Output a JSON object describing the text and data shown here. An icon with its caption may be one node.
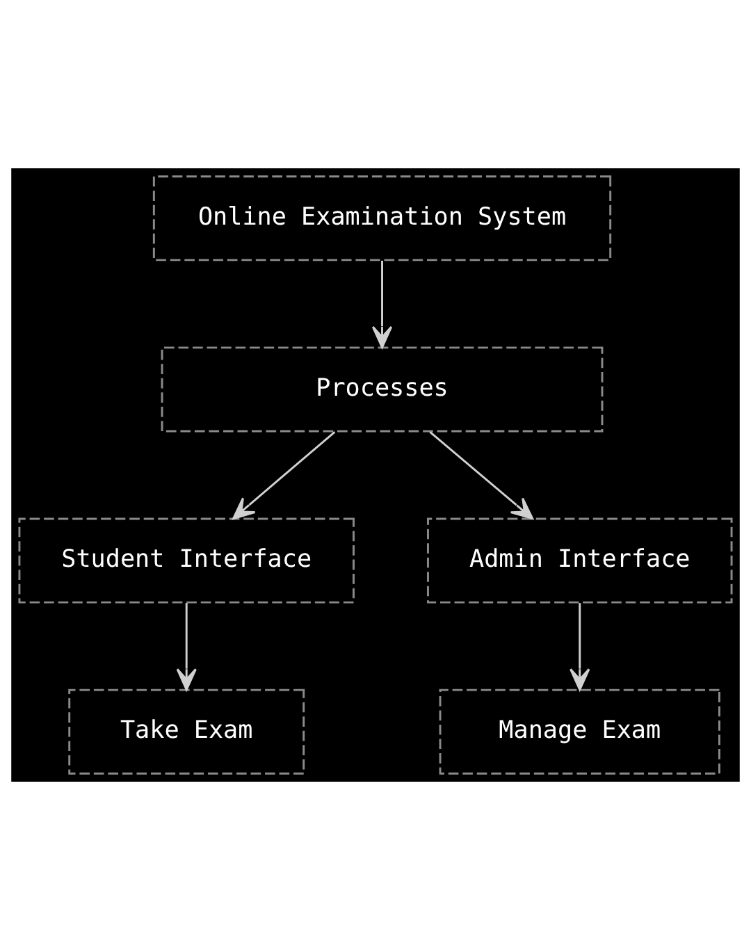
{
  "diagram": {
    "nodes": [
      {
        "text": [
          "Online Examination System"
        ]
      },
      {
        "text": [
          "Processes"
        ]
      },
      {
        "text": [
          "Student Interface"
        ]
      },
      {
        "text": [
          "Admin Interface"
        ]
      },
      {
        "text": [
          "Take Exam"
        ]
      },
      {
        "text": [
          "Manage Exam"
        ]
      }
    ],
    "edges": [
      {
        "from": 0,
        "to": 1,
        "arrow": "to"
      },
      {
        "from": 1,
        "to": 2,
        "arrow": "to"
      },
      {
        "from": 1,
        "to": 3,
        "arrow": "to"
      },
      {
        "from": 2,
        "to": 4,
        "arrow": "to"
      },
      {
        "from": 3,
        "to": 5,
        "arrow": "to"
      }
    ]
  }
}
